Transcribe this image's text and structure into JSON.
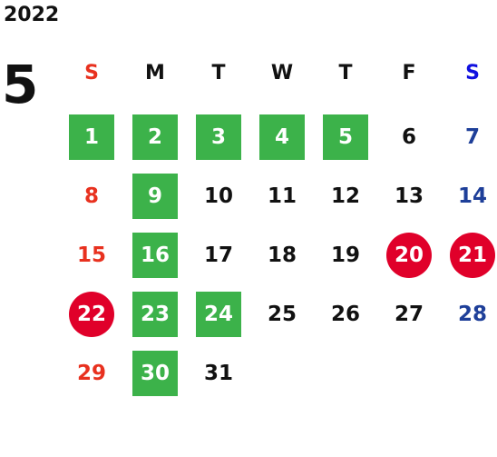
{
  "year": "2022",
  "month": "5",
  "colors": {
    "sunday": "#e8311f",
    "saturday": "#1e3f99",
    "weekday": "#111111",
    "highlight_green": "#3cb24a",
    "highlight_red": "#e0002a",
    "header_saturday": "#1010e0"
  },
  "weekdays": [
    {
      "label": "S",
      "type": "sun"
    },
    {
      "label": "M",
      "type": "wd"
    },
    {
      "label": "T",
      "type": "wd"
    },
    {
      "label": "W",
      "type": "wd"
    },
    {
      "label": "T",
      "type": "wd"
    },
    {
      "label": "F",
      "type": "wd"
    },
    {
      "label": "S",
      "type": "sat"
    }
  ],
  "weeks": [
    [
      {
        "day": "1",
        "mark": "green"
      },
      {
        "day": "2",
        "mark": "green"
      },
      {
        "day": "3",
        "mark": "green"
      },
      {
        "day": "4",
        "mark": "green"
      },
      {
        "day": "5",
        "mark": "green"
      },
      {
        "day": "6",
        "mark": "none"
      },
      {
        "day": "7",
        "mark": "none"
      }
    ],
    [
      {
        "day": "8",
        "mark": "none"
      },
      {
        "day": "9",
        "mark": "green"
      },
      {
        "day": "10",
        "mark": "none"
      },
      {
        "day": "11",
        "mark": "none"
      },
      {
        "day": "12",
        "mark": "none"
      },
      {
        "day": "13",
        "mark": "none"
      },
      {
        "day": "14",
        "mark": "none"
      }
    ],
    [
      {
        "day": "15",
        "mark": "none"
      },
      {
        "day": "16",
        "mark": "green"
      },
      {
        "day": "17",
        "mark": "none"
      },
      {
        "day": "18",
        "mark": "none"
      },
      {
        "day": "19",
        "mark": "none"
      },
      {
        "day": "20",
        "mark": "red"
      },
      {
        "day": "21",
        "mark": "red"
      }
    ],
    [
      {
        "day": "22",
        "mark": "red"
      },
      {
        "day": "23",
        "mark": "green"
      },
      {
        "day": "24",
        "mark": "green"
      },
      {
        "day": "25",
        "mark": "none"
      },
      {
        "day": "26",
        "mark": "none"
      },
      {
        "day": "27",
        "mark": "none"
      },
      {
        "day": "28",
        "mark": "none"
      }
    ],
    [
      {
        "day": "29",
        "mark": "none"
      },
      {
        "day": "30",
        "mark": "green"
      },
      {
        "day": "31",
        "mark": "none"
      }
    ]
  ]
}
